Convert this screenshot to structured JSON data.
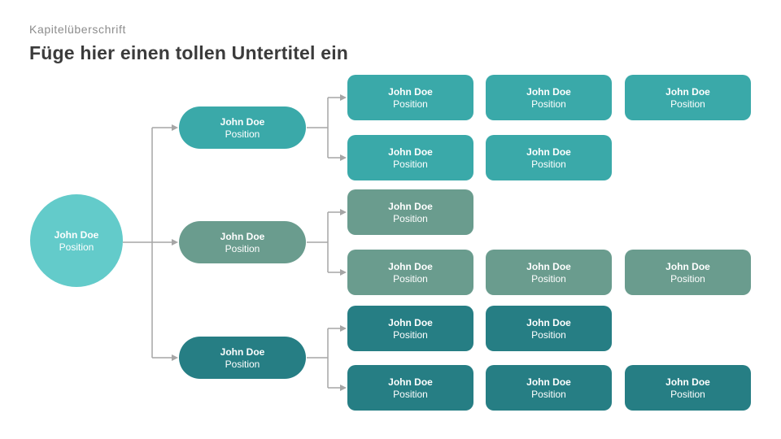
{
  "header": {
    "eyebrow": "Kapitelüberschrift",
    "title": "Füge hier einen tollen Untertitel ein"
  },
  "colors": {
    "root_node": "#63CBCA",
    "group1": "#3AA9A9",
    "group2": "#6A9C8E",
    "group3": "#267E84",
    "connector": "#A6A6A6",
    "eyebrow_text": "#8C8C8C",
    "title_text": "#3B3B3B"
  },
  "org": {
    "root": {
      "name": "John Doe",
      "position": "Position"
    },
    "groups": [
      {
        "manager": {
          "name": "John Doe",
          "position": "Position"
        },
        "rows": [
          [
            {
              "name": "John Doe",
              "position": "Position"
            },
            {
              "name": "John Doe",
              "position": "Position"
            },
            {
              "name": "John Doe",
              "position": "Position"
            }
          ],
          [
            {
              "name": "John Doe",
              "position": "Position"
            },
            {
              "name": "John Doe",
              "position": "Position"
            }
          ]
        ]
      },
      {
        "manager": {
          "name": "John Doe",
          "position": "Position"
        },
        "rows": [
          [
            {
              "name": "John Doe",
              "position": "Position"
            }
          ],
          [
            {
              "name": "John Doe",
              "position": "Position"
            },
            {
              "name": "John Doe",
              "position": "Position"
            },
            {
              "name": "John Doe",
              "position": "Position"
            }
          ]
        ]
      },
      {
        "manager": {
          "name": "John Doe",
          "position": "Position"
        },
        "rows": [
          [
            {
              "name": "John Doe",
              "position": "Position"
            },
            {
              "name": "John Doe",
              "position": "Position"
            }
          ],
          [
            {
              "name": "John Doe",
              "position": "Position"
            },
            {
              "name": "John Doe",
              "position": "Position"
            },
            {
              "name": "John Doe",
              "position": "Position"
            }
          ]
        ]
      }
    ]
  }
}
